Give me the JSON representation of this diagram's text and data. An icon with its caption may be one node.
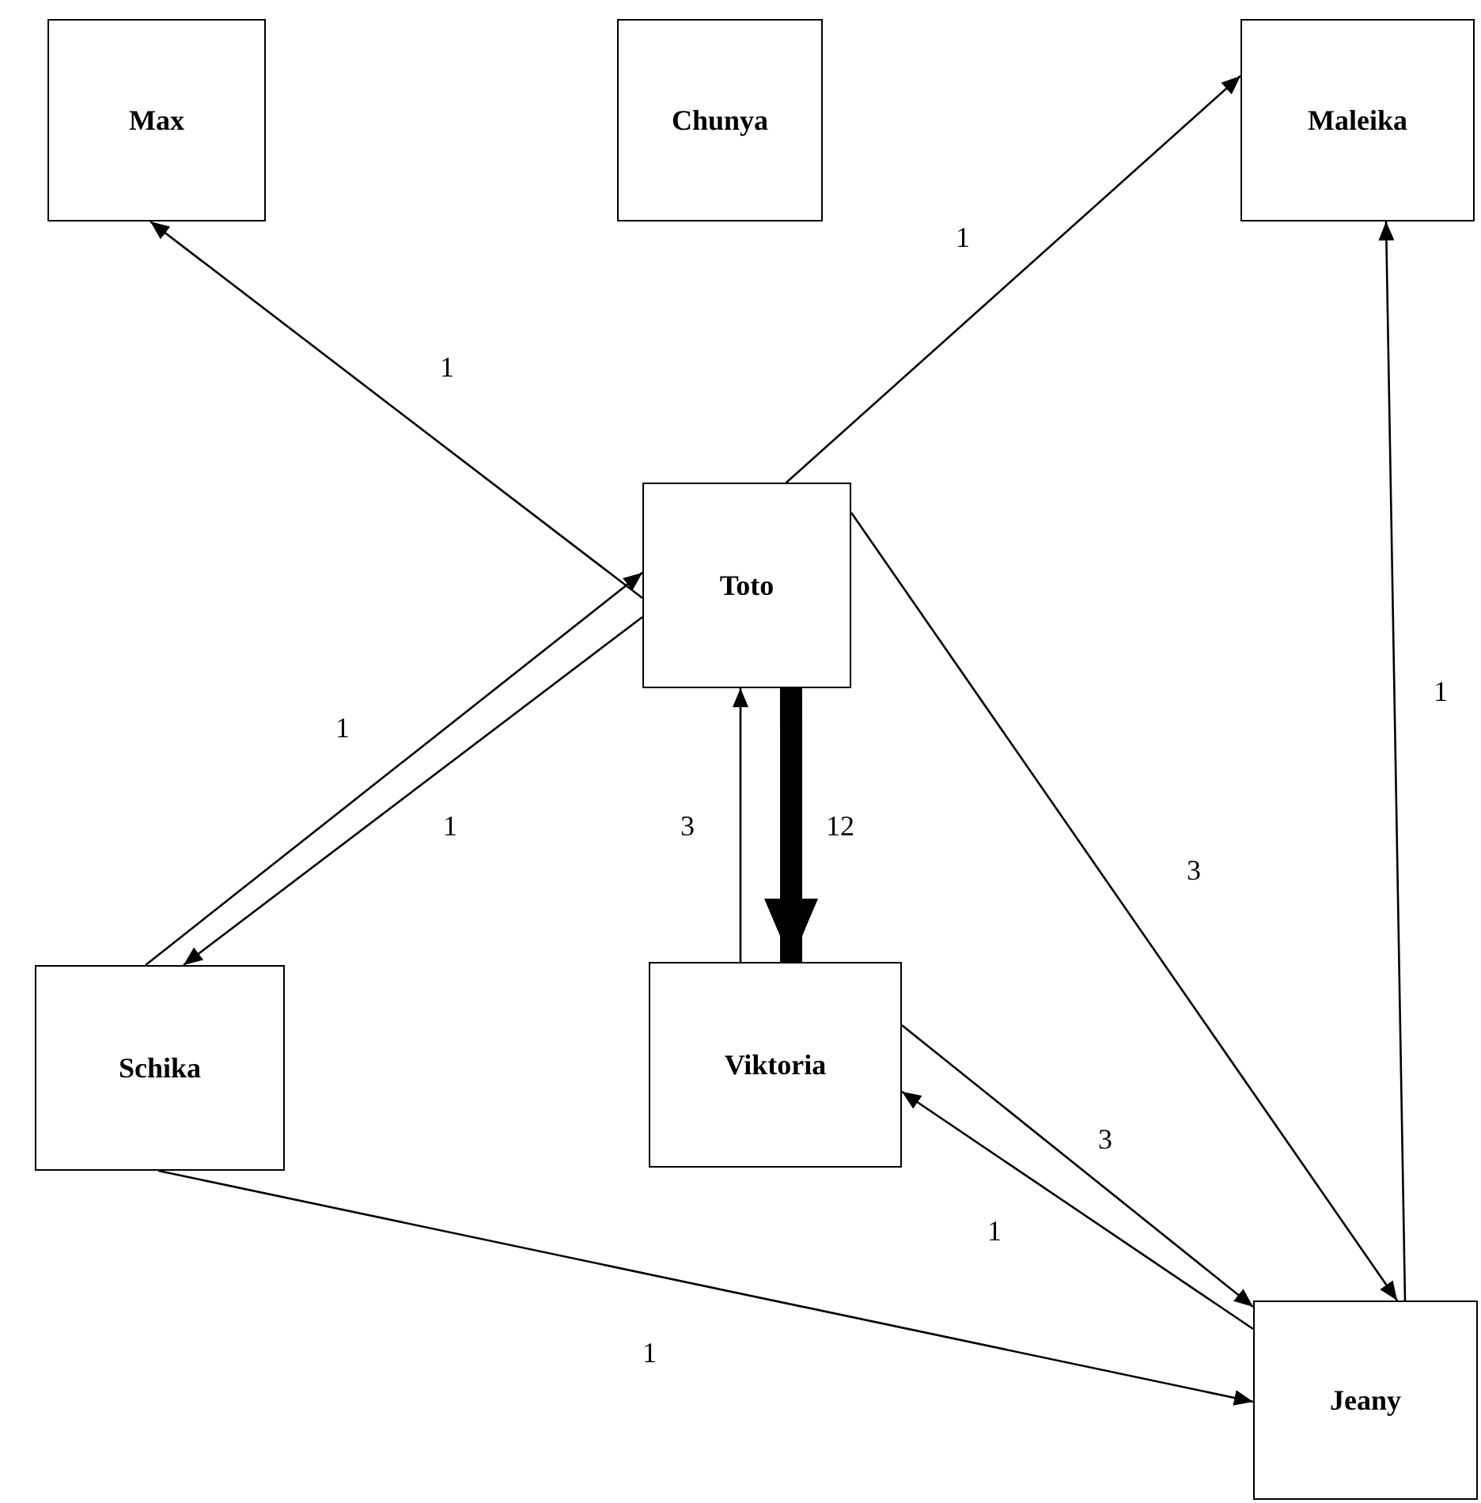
{
  "diagram": {
    "nodes": [
      {
        "text": [
          "Max"
        ]
      },
      {
        "text": [
          "Chunya"
        ]
      },
      {
        "text": [
          "Maleika"
        ]
      },
      {
        "text": [
          "Toto"
        ]
      },
      {
        "text": [
          "Schika"
        ]
      },
      {
        "text": [
          "Viktoria"
        ]
      },
      {
        "text": [
          "Jeany"
        ]
      }
    ],
    "edges": [
      {
        "from": 3,
        "to": 0,
        "arrow": "to",
        "label": "1"
      },
      {
        "from": 3,
        "to": 2,
        "arrow": "to",
        "label": "1"
      },
      {
        "from": 4,
        "to": 3,
        "arrow": "to",
        "label": "1"
      },
      {
        "from": 3,
        "to": 4,
        "arrow": "to",
        "label": "1"
      },
      {
        "from": 5,
        "to": 3,
        "arrow": "to",
        "label": "3"
      },
      {
        "from": 3,
        "to": 5,
        "arrow": "to",
        "label": "12",
        "style": "thick"
      },
      {
        "from": 3,
        "to": 6,
        "arrow": "to",
        "label": "3"
      },
      {
        "from": 5,
        "to": 6,
        "arrow": "to",
        "label": "3"
      },
      {
        "from": 6,
        "to": 5,
        "arrow": "to",
        "label": "1"
      },
      {
        "from": 4,
        "to": 6,
        "arrow": "to",
        "label": "1"
      },
      {
        "from": 6,
        "to": 2,
        "arrow": "to",
        "label": "1"
      }
    ]
  }
}
